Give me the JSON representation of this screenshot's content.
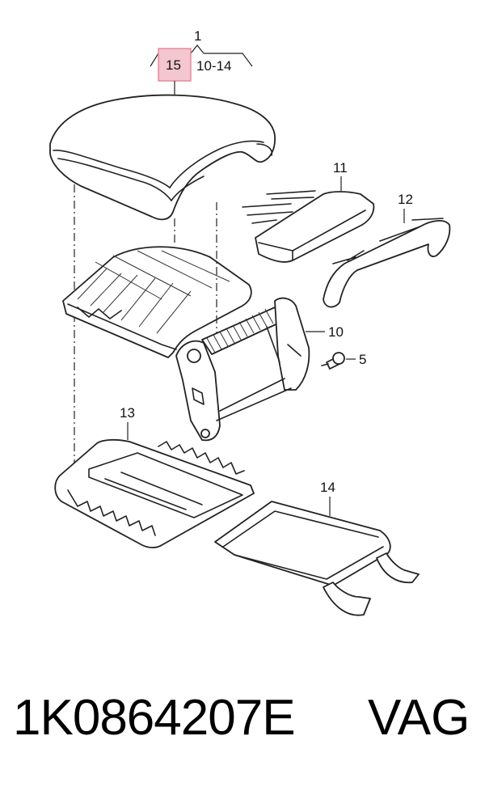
{
  "callouts": {
    "c1": "1",
    "c15": "15",
    "c10_14": "10-14",
    "c11": "11",
    "c12": "12",
    "c10": "10",
    "c5": "5",
    "c13": "13",
    "c14": "14"
  },
  "highlight_color": "#f4c6cf",
  "highlight_border": "#e58a9a",
  "footer": {
    "part_number": "1K0864207E",
    "brand": "VAG"
  }
}
